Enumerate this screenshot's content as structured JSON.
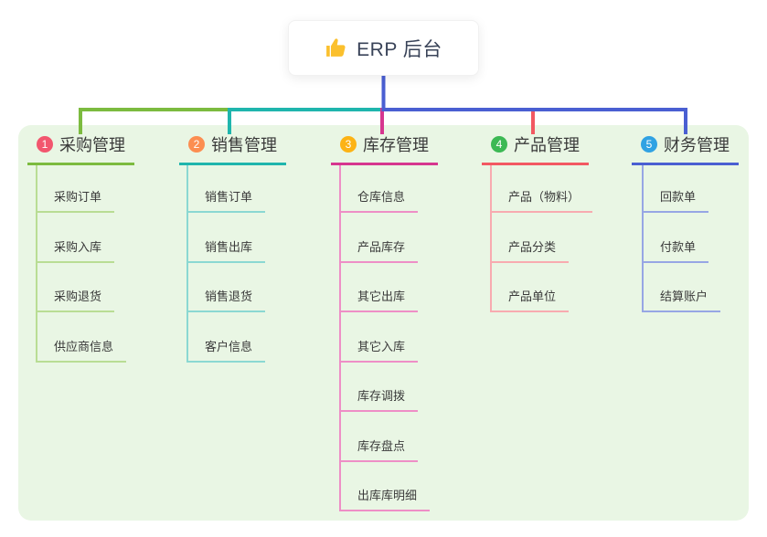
{
  "root": {
    "title": "ERP 后台",
    "icon": "thumbs-up-icon"
  },
  "branches": [
    {
      "badge": "1",
      "badge_color": "#f2566e",
      "color": "#7cbb3f",
      "light_color": "#b9dd94",
      "label": "采购管理",
      "children": [
        "采购订单",
        "采购入库",
        "采购退货",
        "供应商信息"
      ]
    },
    {
      "badge": "2",
      "badge_color": "#fc8e51",
      "color": "#1fb5ad",
      "light_color": "#8bd8d2",
      "label": "销售管理",
      "children": [
        "销售订单",
        "销售出库",
        "销售退货",
        "客户信息"
      ]
    },
    {
      "badge": "3",
      "badge_color": "#fcb315",
      "color": "#d6368f",
      "light_color": "#ee8ec6",
      "label": "库存管理",
      "children": [
        "仓库信息",
        "产品库存",
        "其它出库",
        "其它入库",
        "库存调拨",
        "库存盘点",
        "出库库明细"
      ]
    },
    {
      "badge": "4",
      "badge_color": "#3cb954",
      "color": "#f25862",
      "light_color": "#f8abb0",
      "label": "产品管理",
      "children": [
        "产品（物料）",
        "产品分类",
        "产品单位"
      ]
    },
    {
      "badge": "5",
      "badge_color": "#30a2e3",
      "color": "#4a5fd2",
      "light_color": "#97a6e4",
      "label": "财务管理",
      "children": [
        "回款单",
        "付款单",
        "结算账户"
      ]
    }
  ],
  "colors": {
    "panel_bg": "#e9f6e4",
    "stem": "#4a5fd2",
    "root_text": "#394358",
    "thumb_yellow": "#fbc02d"
  }
}
